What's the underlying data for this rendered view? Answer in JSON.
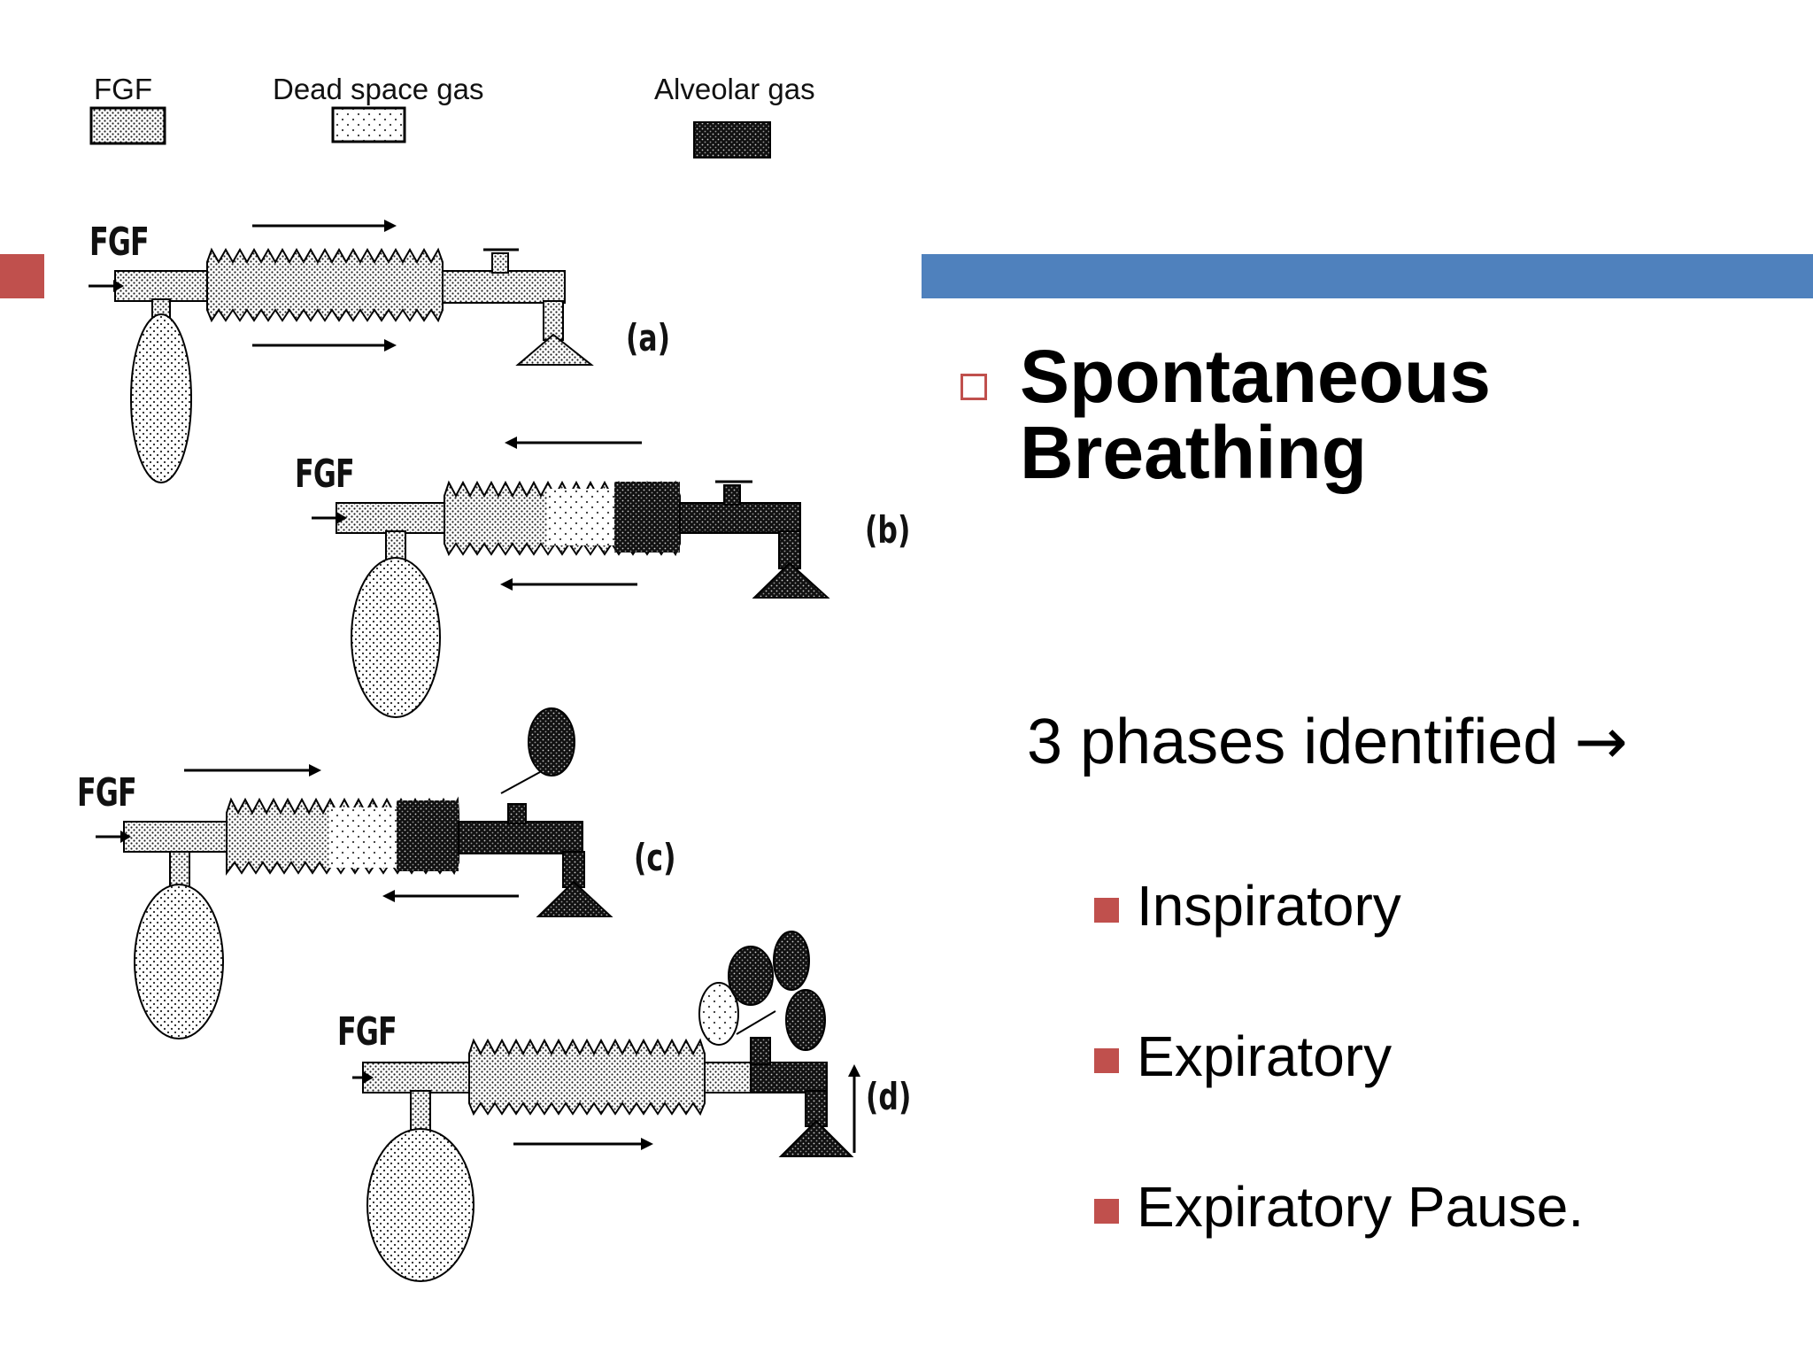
{
  "legend": {
    "fgf": "FGF",
    "dead_space": "Dead space gas",
    "alveolar": "Alveolar gas"
  },
  "panels": [
    {
      "fgf_label": "FGF",
      "label": "(a)"
    },
    {
      "fgf_label": "FGF",
      "label": "(b)"
    },
    {
      "fgf_label": "FGF",
      "label": "(c)"
    },
    {
      "fgf_label": "FGF",
      "label": "(d)"
    }
  ],
  "slide": {
    "title": "Spontaneous Breathing",
    "phases_text": "3 phases identified",
    "phases_arrow": "→",
    "bullets": [
      "Inspiratory",
      "Expiratory",
      "Expiratory Pause."
    ]
  },
  "colors": {
    "accent_red": "#c0504d",
    "title_bar_blue": "#4f81bd"
  }
}
